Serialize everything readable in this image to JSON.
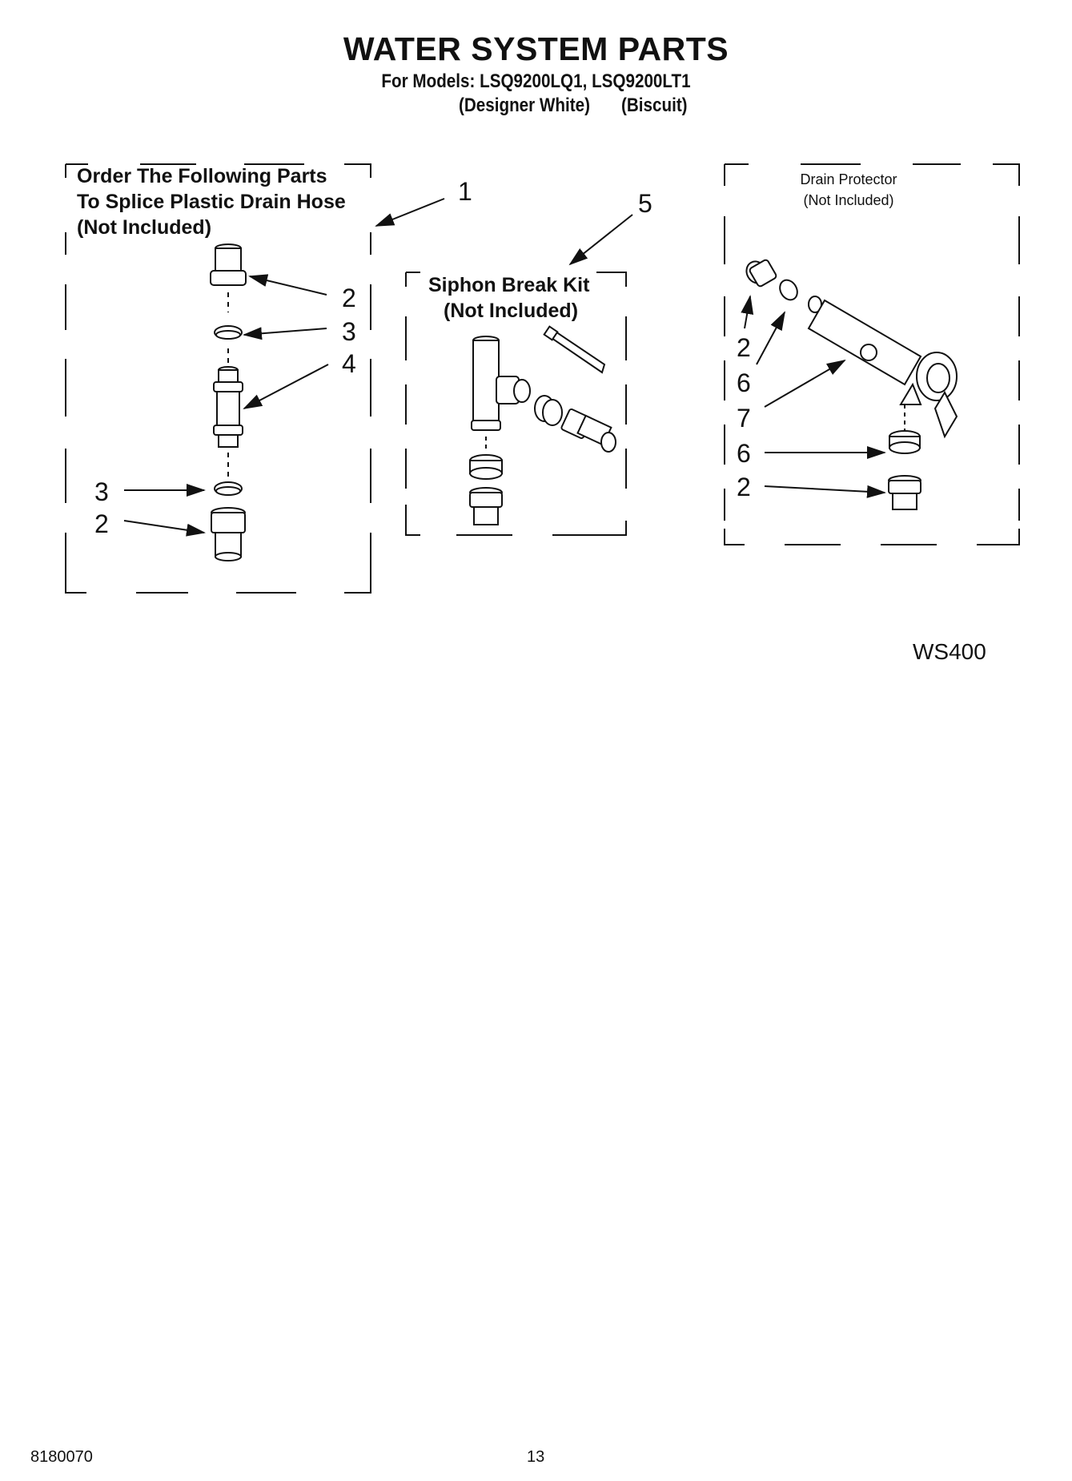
{
  "header": {
    "title": "WATER SYSTEM PARTS",
    "models": "For Models: LSQ9200LQ1, LSQ9200LT1",
    "color_1": "(Designer White)",
    "color_2": "(Biscuit)"
  },
  "left_box": {
    "label_line1": "Order The Following Parts",
    "label_line2": "To Splice Plastic Drain Hose",
    "label_line3": "(Not Included)",
    "callouts": [
      "1",
      "2",
      "3",
      "4",
      "3",
      "2"
    ]
  },
  "middle_box": {
    "label_line1": "Siphon Break Kit",
    "label_line2": "(Not Included)",
    "callout": "5"
  },
  "right_box": {
    "label_line1": "Drain Protector",
    "label_line2": "(Not Included)",
    "callouts": [
      "2",
      "6",
      "7",
      "6",
      "2"
    ]
  },
  "diagram_code": "WS400",
  "footer": {
    "doc_number": "8180070",
    "page_number": "13"
  },
  "colors": {
    "ink": "#111111",
    "background": "#ffffff"
  }
}
